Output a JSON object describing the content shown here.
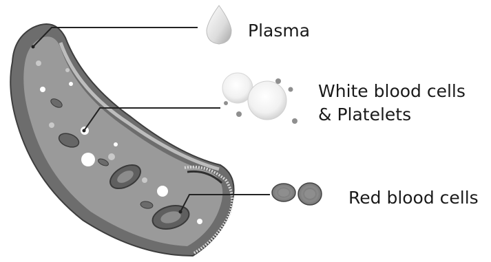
{
  "labels": {
    "plasma": "Plasma",
    "white_blood_cells_line1": "White blood cells",
    "white_blood_cells_line2": "& Platelets",
    "red_blood_cells": "Red blood cells"
  }
}
